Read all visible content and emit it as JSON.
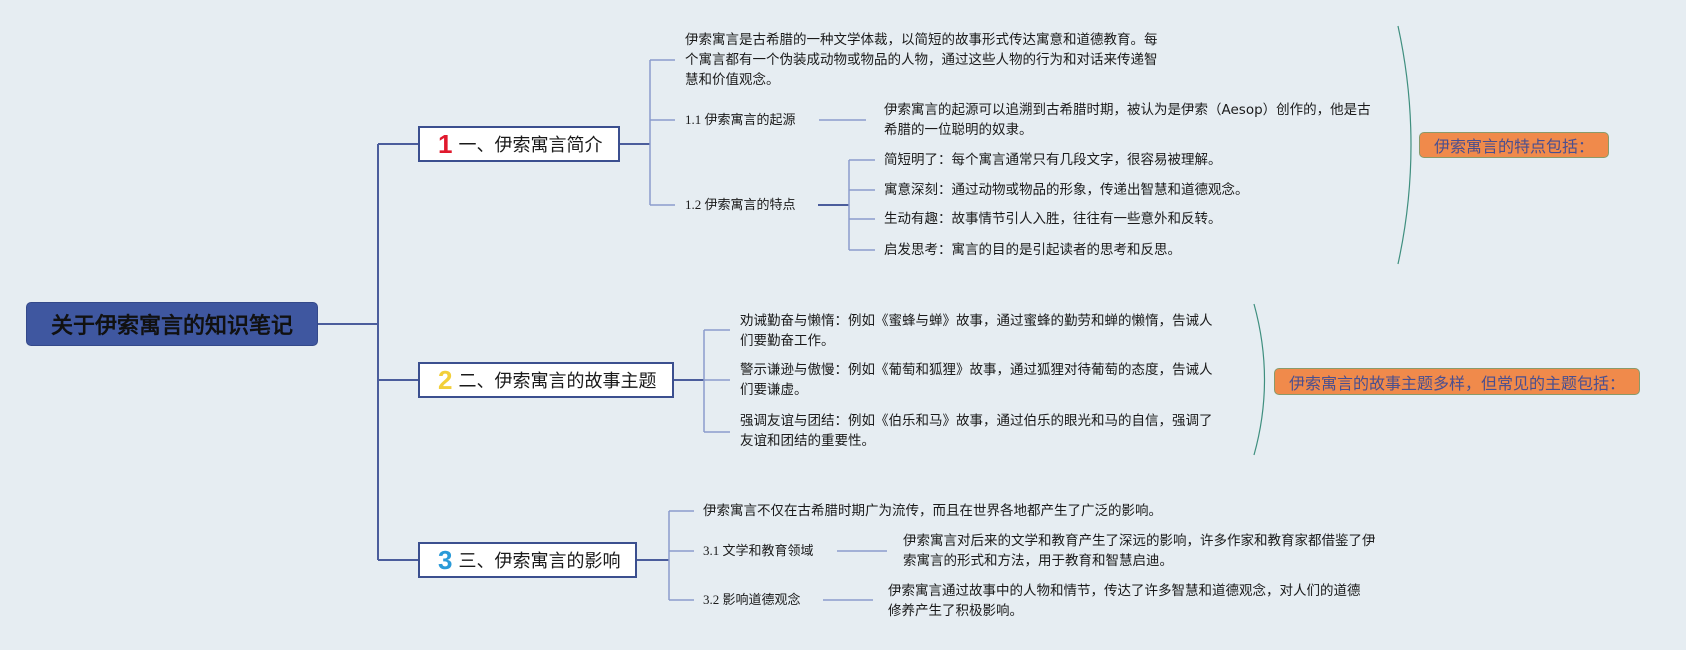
{
  "root": {
    "title": "关于伊索寓言的知识笔记"
  },
  "branches": [
    {
      "number": "1",
      "number_color": "#e0192d",
      "title": "一、伊索寓言简介",
      "intro": [
        "伊索寓言是古希腊的一种文学体裁，以简短的故事形式传达寓意和道德教育。每",
        "个寓言都有一个伪装成动物或物品的人物，通过这些人物的行为和对话来传递智",
        "慧和价值观念。"
      ],
      "sub1": {
        "label": "1.1 伊索寓言的起源",
        "text": [
          "伊索寓言的起源可以追溯到古希腊时期，被认为是伊索（Aesop）创作的，他是古",
          "希腊的一位聪明的奴隶。"
        ]
      },
      "sub2": {
        "label": "1.2 伊索寓言的特点",
        "items": [
          "简短明了：每个寓言通常只有几段文字，很容易被理解。",
          "寓意深刻：通过动物或物品的形象，传递出智慧和道德观念。",
          "生动有趣：故事情节引人入胜，往往有一些意外和反转。",
          "启发思考：寓言的目的是引起读者的思考和反思。"
        ]
      },
      "summary": "伊索寓言的特点包括："
    },
    {
      "number": "2",
      "number_color": "#f2cf3a",
      "title": "二、伊索寓言的故事主题",
      "items": [
        [
          "劝诫勤奋与懒惰：例如《蜜蜂与蝉》故事，通过蜜蜂的勤劳和蝉的懒惰，告诫人",
          "们要勤奋工作。"
        ],
        [
          "警示谦逊与傲慢：例如《葡萄和狐狸》故事，通过狐狸对待葡萄的态度，告诫人",
          "们要谦虚。"
        ],
        [
          "强调友谊与团结：例如《伯乐和马》故事，通过伯乐的眼光和马的自信，强调了",
          "友谊和团结的重要性。"
        ]
      ],
      "summary": "伊索寓言的故事主题多样，但常见的主题包括："
    },
    {
      "number": "3",
      "number_color": "#2a9ad8",
      "title": "三、伊索寓言的影响",
      "intro": "伊索寓言不仅在古希腊时期广为流传，而且在世界各地都产生了广泛的影响。",
      "sub1": {
        "label": "3.1 文学和教育领域",
        "text": [
          "伊索寓言对后来的文学和教育产生了深远的影响，许多作家和教育家都借鉴了伊",
          "索寓言的形式和方法，用于教育和智慧启迪。"
        ]
      },
      "sub2": {
        "label": "3.2 影响道德观念",
        "text": [
          "伊索寓言通过故事中的人物和情节，传达了许多智慧和道德观念，对人们的道德",
          "修养产生了积极影响。"
        ]
      }
    }
  ]
}
